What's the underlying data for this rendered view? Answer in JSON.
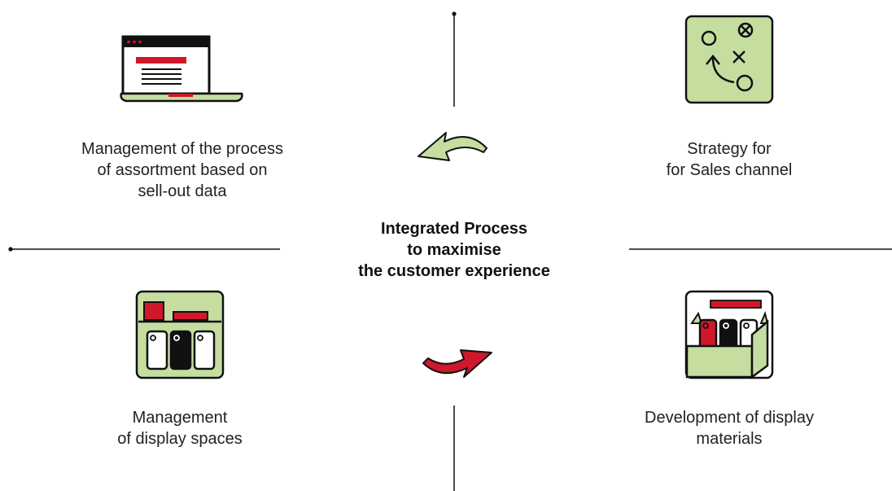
{
  "center": {
    "title": "Integrated Process\nto maximise\nthe customer experience"
  },
  "quadrants": {
    "top_left": {
      "caption": "Management of the process\nof assortment based on\nsell-out data",
      "icon": "laptop-icon"
    },
    "top_right": {
      "caption": "Strategy for\nfor Sales channel",
      "icon": "strategy-board-icon"
    },
    "bottom_left": {
      "caption": "Management\nof display spaces",
      "icon": "display-shelf-icon"
    },
    "bottom_right": {
      "caption": "Development of display\nmaterials",
      "icon": "display-stand-icon"
    }
  },
  "arrows": {
    "top": {
      "icon": "curved-arrow-left-icon",
      "color": "#c5dea0"
    },
    "bottom": {
      "icon": "curved-arrow-right-icon",
      "color": "#d0172b"
    }
  },
  "colors": {
    "green": "#c5dea0",
    "red": "#d0172b",
    "black": "#111111"
  }
}
